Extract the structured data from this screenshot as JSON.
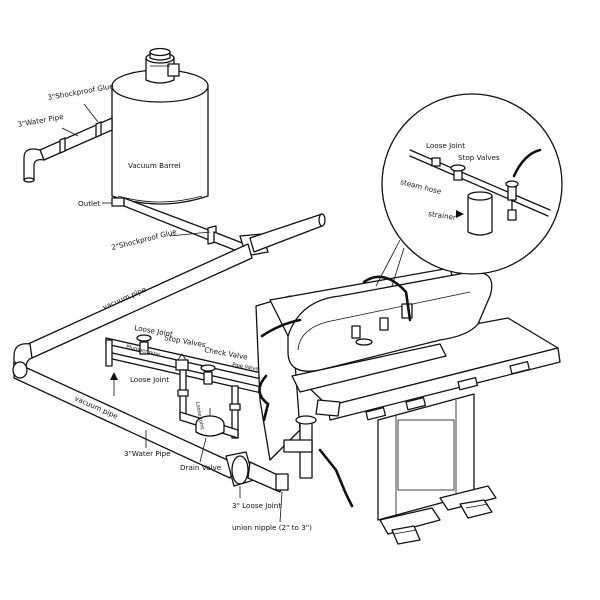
{
  "labels": {
    "shockproof_glue_3": "3\"Shockproof Glue",
    "water_pipe_3_top": "3\"Water Pipe",
    "vacuum_barrel": "Vacuum Barrel",
    "outlet": "Outlet",
    "shockproof_glue_2": "2\"Shockproof Glue",
    "vacuum_pipe_upper": "vacuum pipe",
    "vacuum_pipe_lower": "vacuum pipe",
    "loose_joint_left": "Loose Joint",
    "stop_valves_left": "Stop Valves",
    "check_valve": "Check Valve",
    "loose_joint_mid": "Loose Joint",
    "loose_joint_small": "Loose Joint",
    "water_pipe_3_bottom": "3\"Water Pipe",
    "drain_valve": "Drain Valve",
    "loose_joint_3": "3\" Loose Joint",
    "union_nipple": "union nipple (2\" to 3\")",
    "pipe_valve": "Pipe Valve",
    "plumber_pipe": "Plumber pipe",
    "detail_loose_joint": "Loose Joint",
    "detail_stop_valves": "Stop Valves",
    "detail_steam_hose": "steam hose",
    "detail_strainer": "strainer"
  }
}
